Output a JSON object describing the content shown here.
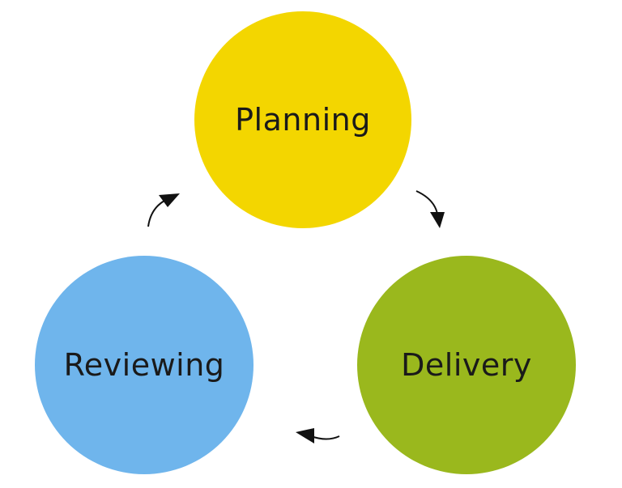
{
  "cycle": {
    "nodes": [
      {
        "id": "planning",
        "label": "Planning",
        "color": "#f3d600"
      },
      {
        "id": "delivery",
        "label": "Delivery",
        "color": "#9ab81d"
      },
      {
        "id": "reviewing",
        "label": "Reviewing",
        "color": "#6fb5ec"
      }
    ],
    "arrow_color": "#111111"
  }
}
